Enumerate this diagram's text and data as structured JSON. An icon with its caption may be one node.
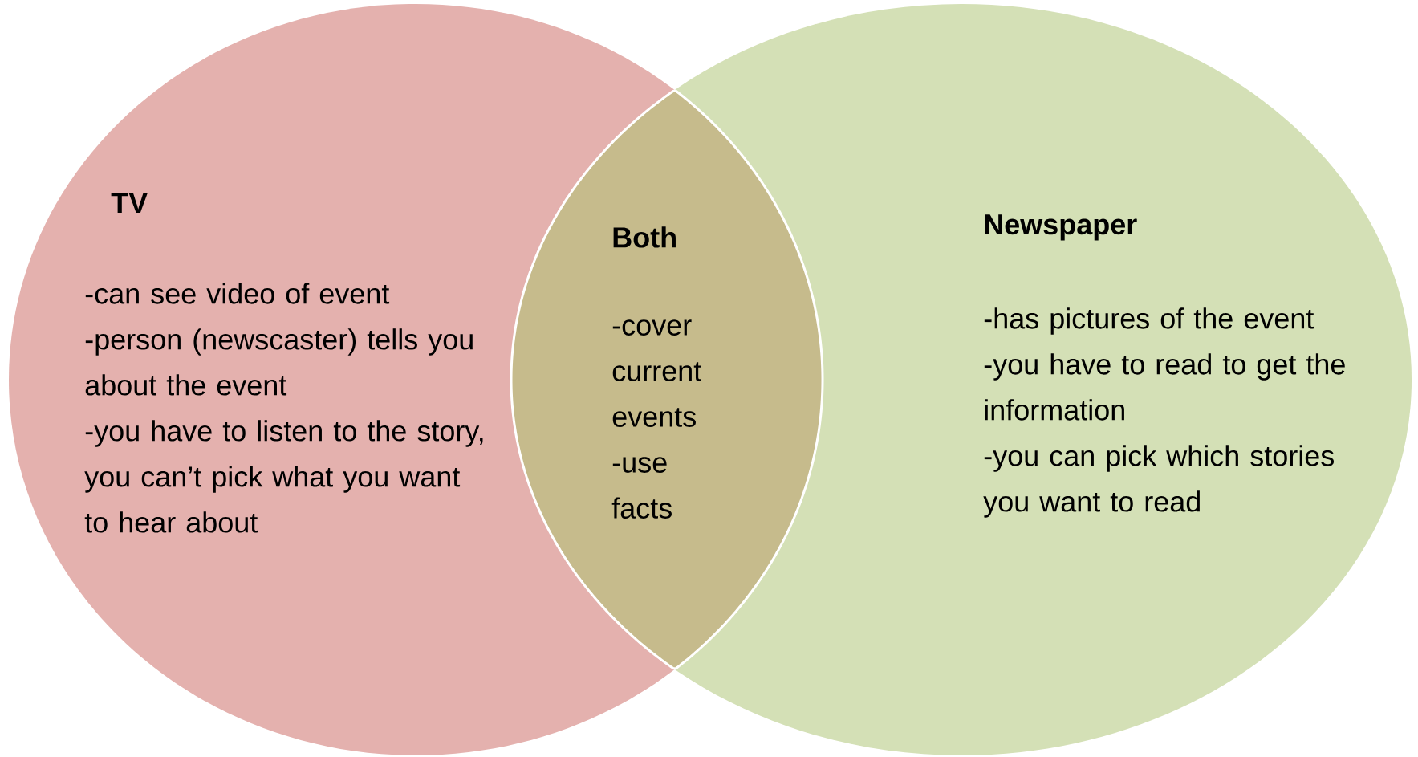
{
  "diagram": {
    "nodes": [
      {
        "text": [
          "TV",
          "-can see video of event",
          "-person (newscaster) tells you about the event",
          "-you have to listen to the story, you can’t pick what you want to hear about"
        ]
      },
      {
        "text": [
          "Newspaper",
          "-has pictures of the event",
          "-you have to read to get the information",
          "-you can pick which stories you want to read"
        ]
      },
      {
        "text": [
          "Both",
          "-cover current events",
          "-use facts"
        ]
      }
    ]
  }
}
